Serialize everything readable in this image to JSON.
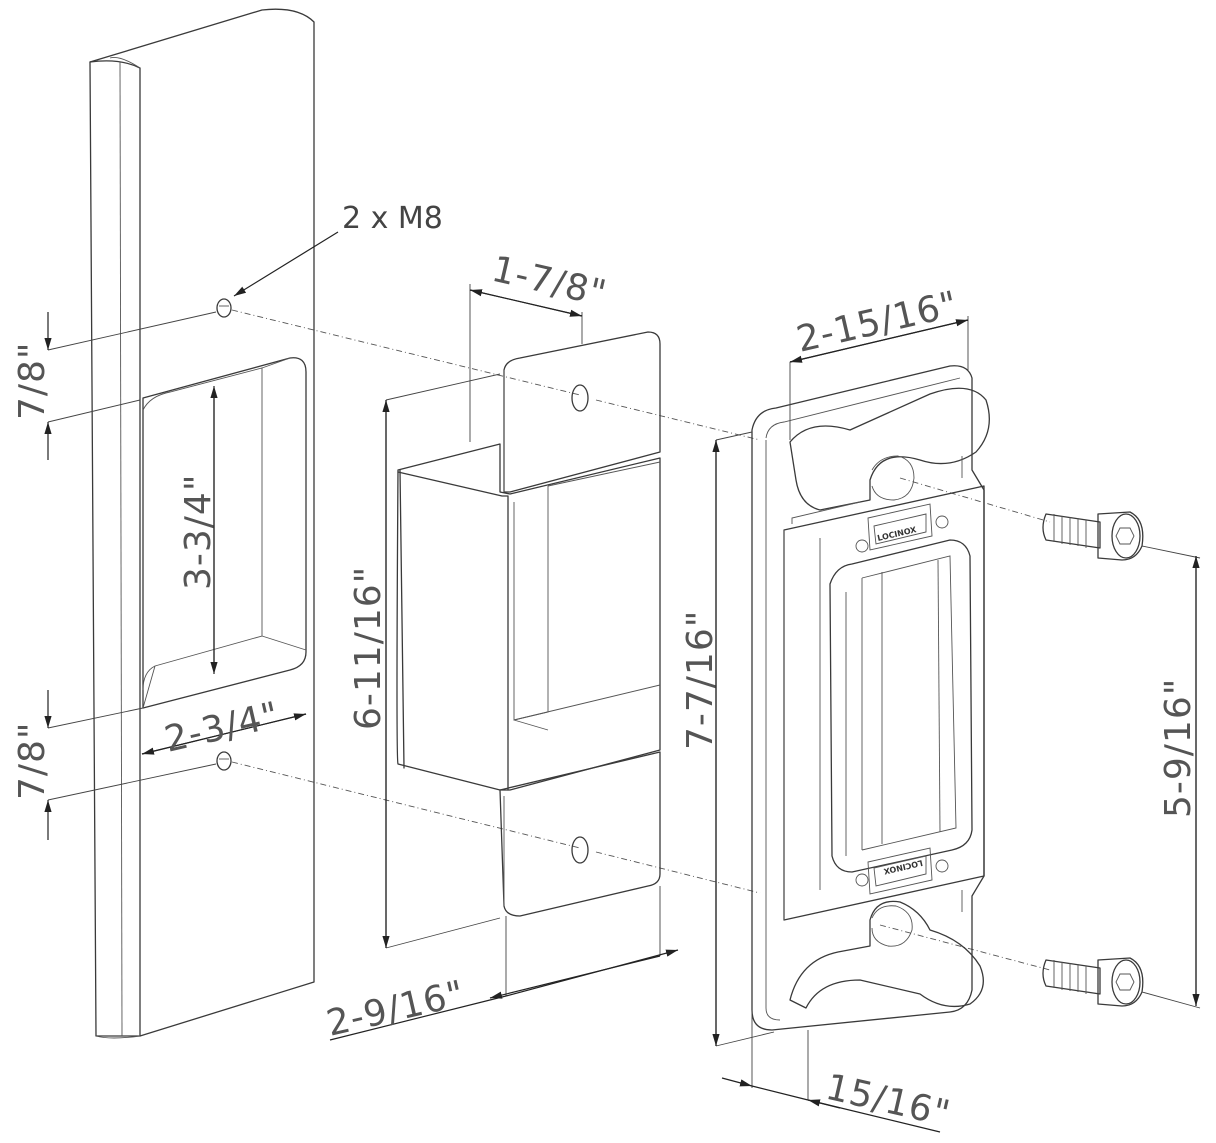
{
  "callout": {
    "holes": "2 x M8"
  },
  "dimensions": {
    "upper_hole_offset": "7/8\"",
    "lower_hole_offset": "7/8\"",
    "cutout_height": "3-3/4\"",
    "cutout_width": "2-3/4\"",
    "strike_flange_depth": "1-7/8\"",
    "strike_height": "6-11/16\"",
    "strike_width": "2-9/16\"",
    "keeper_width": "2-15/16\"",
    "keeper_height": "7-7/16\"",
    "keeper_depth": "15/16\"",
    "screw_spacing": "5-9/16\""
  },
  "keeper_logo": {
    "top": "LOCINOX",
    "bottom": "LOCINOX"
  }
}
